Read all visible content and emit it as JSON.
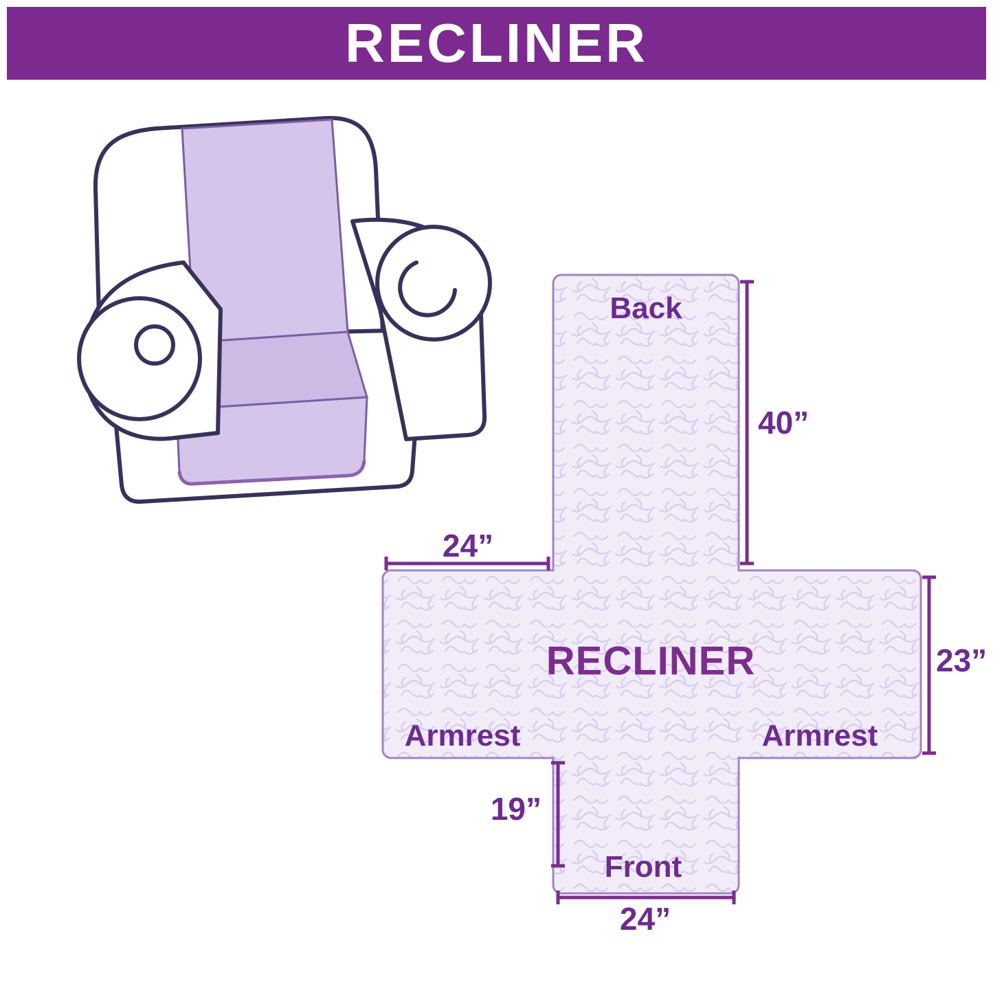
{
  "header": {
    "title": "RECLINER"
  },
  "illustration": {
    "name": "recliner chair with protective cover"
  },
  "diagram": {
    "center_label": "RECLINER",
    "back_label": "Back",
    "front_label": "Front",
    "armrest_left_label": "Armrest",
    "armrest_right_label": "Armrest",
    "dim_back_height": "40”",
    "dim_armrest_top_width": "24”",
    "dim_side_height": "23”",
    "dim_front_flap_height": "19”",
    "dim_front_width": "24”"
  },
  "colors": {
    "header_bg": "#7d2a90",
    "label_purple": "#6d2b8f",
    "dimension_line": "#7b2d8e",
    "cover_fill": "#f1ecf8",
    "cover_outline": "#a183c4",
    "chair_outline": "#37325a",
    "cover_lavender": "#d5c5eb"
  }
}
